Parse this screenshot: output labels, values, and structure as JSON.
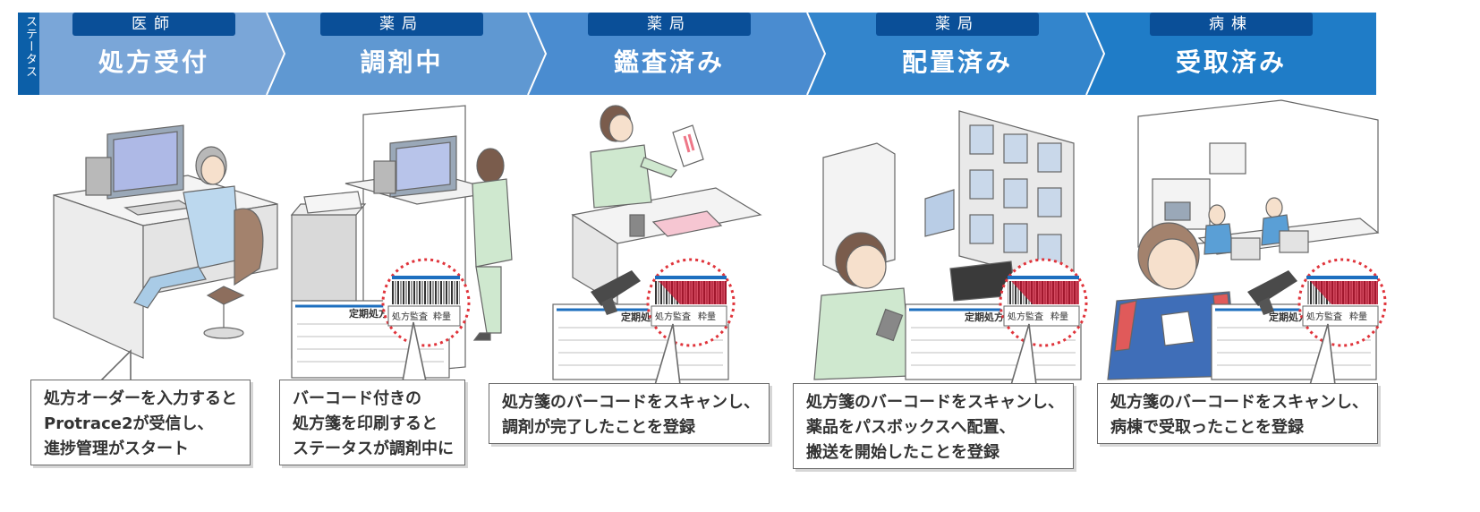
{
  "status_label": "ステータス",
  "steps": [
    {
      "role": "医師",
      "status": "処方受付",
      "caption": [
        "処方オーダーを入力すると",
        "Protrace2が受信し、",
        "進捗管理がスタート"
      ]
    },
    {
      "role": "薬局",
      "status": "調剤中",
      "caption": [
        "バーコード付きの",
        "処方箋を印刷すると",
        "ステータスが調剤中に"
      ]
    },
    {
      "role": "薬局",
      "status": "鑑査済み",
      "caption": [
        "処方箋のバーコードをスキャンし、",
        "調剤が完了したことを登録"
      ]
    },
    {
      "role": "薬局",
      "status": "配置済み",
      "caption": [
        "処方箋のバーコードをスキャンし、",
        "薬品をパスボックスへ配置、",
        "搬送を開始したことを登録"
      ]
    },
    {
      "role": "病棟",
      "status": "受取済み",
      "caption": [
        "処方箋のバーコードをスキャンし、",
        "病棟で受取ったことを登録"
      ]
    }
  ],
  "document": {
    "heading": "定期処方",
    "column_audit": "処方監査",
    "column_dose": "粋量"
  },
  "colors": {
    "arrow_1": "#7aa6d8",
    "arrow_2": "#5f98d2",
    "arrow_3": "#4a8cd0",
    "arrow_4": "#3385cc",
    "arrow_5": "#1f7cc7",
    "role_badge": "#0a4f98",
    "highlight_circle": "#e0343b",
    "barcode_red": "#c8102e"
  }
}
